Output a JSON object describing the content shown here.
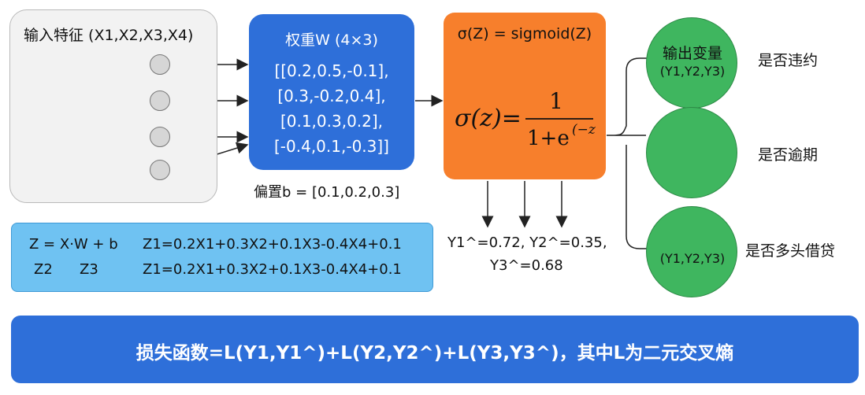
{
  "input": {
    "title": "输入特征 (X1,X2,X3,X4)"
  },
  "weights": {
    "title": "权重W (4×3)",
    "rows": [
      "[[0.2,0.5,-0.1],",
      "[0.3,-0.2,0.4],",
      "[0.1,0.3,0.2],",
      "[-0.4,0.1,-0.3]]"
    ]
  },
  "bias": {
    "text": "偏置b = [0.1,0.2,0.3]"
  },
  "sigmoid": {
    "title": "σ(Z) = sigmoid(Z)",
    "formula": {
      "lhs": "σ(z)=",
      "numerator": "1",
      "denominator": "1+e",
      "exponent": "(−z"
    }
  },
  "equations": {
    "line1_left": "Z = X·W + b",
    "line1_right": "Z1=0.2X1+0.3X2+0.1X3-0.4X4+0.1",
    "line2_z2": "Z2",
    "line2_z3": "Z3",
    "line2_right": "Z1=0.2X1+0.3X2+0.1X3-0.4X4+0.1"
  },
  "predictions": {
    "line1": "Y1^=0.72, Y2^=0.35,",
    "line2": "Y3^=0.68"
  },
  "outputs": {
    "circle1_title": "输出变量",
    "circle1_sub": "(Y1,Y2,Y3)",
    "circle3_sub": "(Y1,Y2,Y3)",
    "labels": [
      "是否违约",
      "是否逾期",
      "是否多头借贷"
    ]
  },
  "loss": {
    "text": "损失函数=L(Y1,Y1^)+L(Y2,Y2^)+L(Y3,Y3^)，其中L为二元交叉熵"
  },
  "colors": {
    "blue": "#2e6fd9",
    "orange": "#f77f2c",
    "green": "#3fb65f",
    "light_blue": "#6fc2f2",
    "gray_panel": "#f2f2f2",
    "node_gray": "#d6d6d6"
  }
}
